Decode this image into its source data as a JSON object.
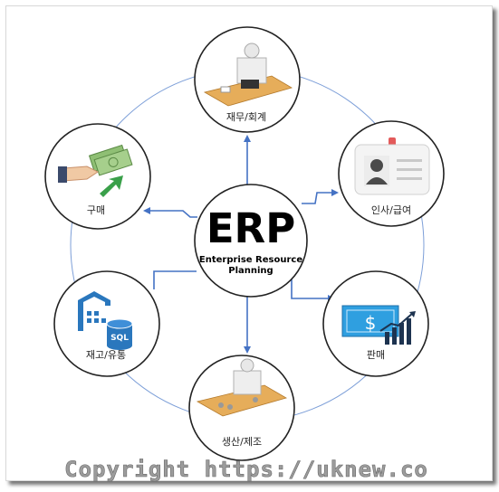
{
  "center": {
    "title": "ERP",
    "subtitle_line1": "Enterprise Resource",
    "subtitle_line2": "Planning"
  },
  "modules": {
    "finance": "재무/회계",
    "hr": "인사/급여",
    "sales": "판매",
    "production": "생산/제조",
    "inventory": "재고/유통",
    "purchase": "구매"
  },
  "inventory_icon_text": "SQL",
  "sales_icon_text": "$",
  "watermark": "Copyright  https://uknew.co",
  "colors": {
    "ring": "#7d9fd8",
    "arrow": "#4472c4",
    "circle_stroke": "#222222",
    "sales_card": "#2f9fe0",
    "inventory_icon": "#2a77bd"
  }
}
